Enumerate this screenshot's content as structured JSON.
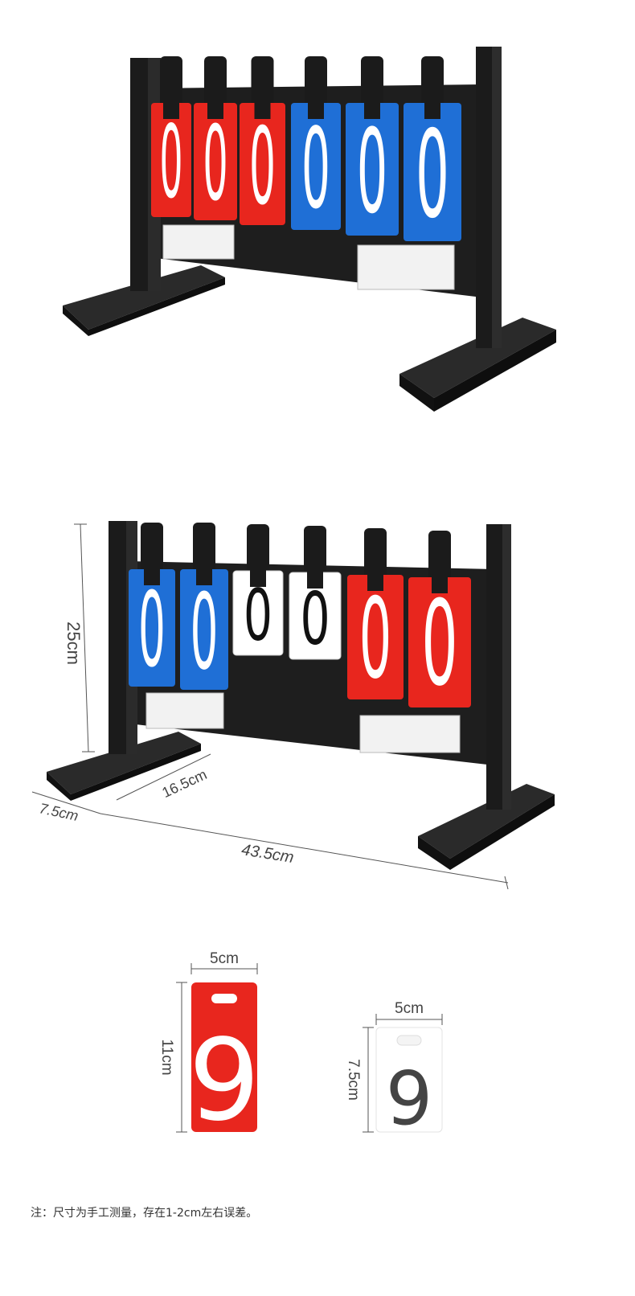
{
  "colors": {
    "frame": "#1b1b1b",
    "red_card": "#e8261e",
    "blue_card": "#1f6fd6",
    "white_card": "#ffffff",
    "label_plate": "#f2f2f2"
  },
  "scoreboard_1": {
    "digits": [
      "0",
      "0",
      "0",
      "0",
      "0",
      "0"
    ],
    "card_colors": [
      "red",
      "red",
      "red",
      "blue",
      "blue",
      "blue"
    ]
  },
  "scoreboard_2": {
    "digits": [
      "0",
      "0",
      "0",
      "0",
      "0",
      "0"
    ],
    "card_colors": [
      "blue",
      "blue",
      "white",
      "white",
      "red",
      "red"
    ],
    "dimensions": {
      "height": "25cm",
      "base_length": "16.5cm",
      "base_width": "7.5cm",
      "total_width": "43.5cm"
    }
  },
  "big_card": {
    "digit": "9",
    "color": "red",
    "width": "5cm",
    "height": "11cm"
  },
  "small_card": {
    "digit": "9",
    "color": "white",
    "width": "5cm",
    "height": "7.5cm"
  },
  "note": "注：尺寸为手工测量，存在1-2cm左右误差。"
}
